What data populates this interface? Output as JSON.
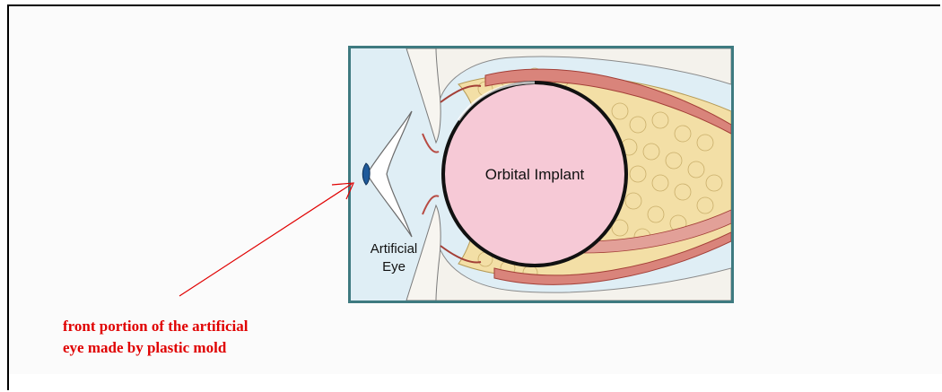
{
  "diagram": {
    "label_implant": "Orbital Implant",
    "label_eye_line1": "Artificial",
    "label_eye_line2": "Eye"
  },
  "annotation": {
    "line1": "front portion of the artificial",
    "line2": "eye made by plastic mold"
  },
  "colors": {
    "frame_border": "#3e7a80",
    "annotation_text": "#e00000",
    "implant_fill": "#f6c9d6",
    "fat_fill": "#f3dfa6",
    "muscle": "#c4584f",
    "background": "#dfeef5"
  }
}
